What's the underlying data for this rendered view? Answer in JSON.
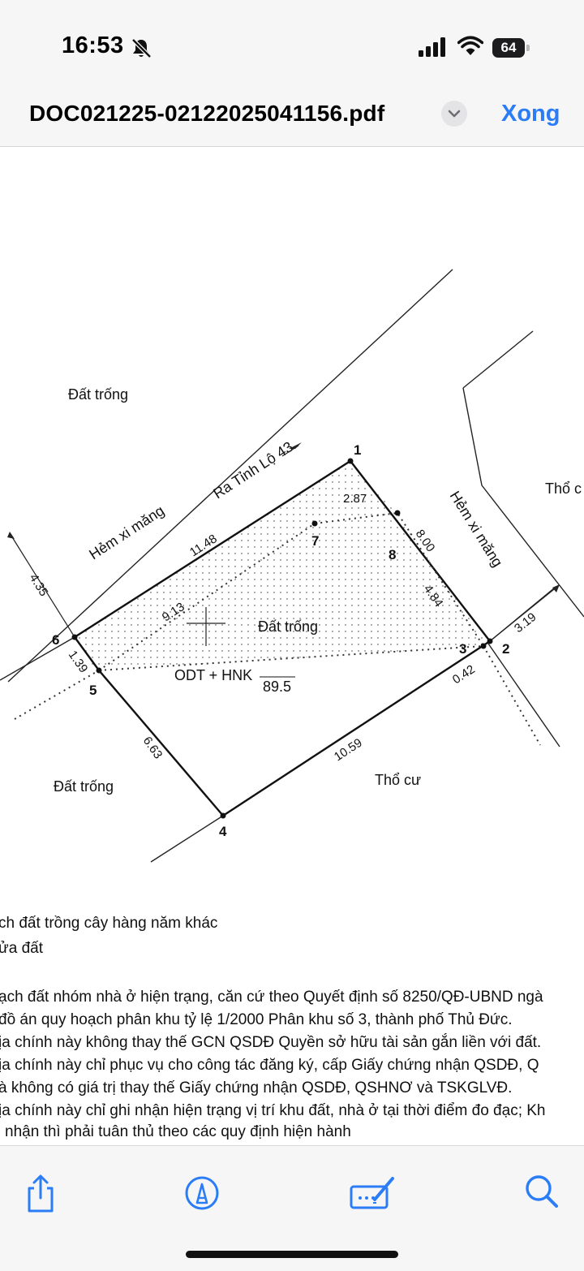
{
  "status_bar": {
    "time": "16:53",
    "battery": "64"
  },
  "nav": {
    "title": "DOC021225-02122025041156.pdf",
    "done_label": "Xong"
  },
  "plot": {
    "points": {
      "p1": "1",
      "p2": "2",
      "p3": "3",
      "p4": "4",
      "p5": "5",
      "p6": "6",
      "p7": "7",
      "p8": "8"
    },
    "dimensions": {
      "d_11_48": "11.48",
      "d_9_13": "9.13",
      "d_2_87": "2.87",
      "d_8_00": "8.00",
      "d_4_84": "4.84",
      "d_3_19": "3.19",
      "d_0_42": "0.42",
      "d_10_59": "10.59",
      "d_6_63": "6.63",
      "d_1_39": "1.39",
      "d_4_35": "4.35"
    },
    "labels": {
      "dat_trong_top": "Đất trống",
      "ra_tinh_lo": "Ra Tỉnh Lộ 43",
      "hem_xi_mang_left": "Hẻm xi măng",
      "hem_xi_mang_right": "Hẻm xi măng",
      "tho_cu_right": "Thổ c",
      "dat_trong_center": "Đất trống",
      "land_use": "ODT + HNK",
      "area": "89.5",
      "dat_trong_left": "Đất trống",
      "tho_cu_bottom": "Thổ cư"
    }
  },
  "notes": [
    "ch đất trồng cây hàng năm khác",
    "ửa đất",
    "ạch đất nhóm nhà ở hiện trạng, căn cứ theo Quyết định số 8250/QĐ-UBND ngà",
    "đồ án quy hoạch phân khu tỷ lệ 1/2000 Phân khu số 3, thành phố Thủ Đức.",
    "ịa chính này không thay thế GCN QSDĐ Quyền sở hữu tài sản gắn liền với đất.",
    "ịa chính này chỉ phục vụ cho công tác đăng ký, cấp Giấy chứng nhận QSDĐ, Q",
    "à không có giá trị thay thế Giấy chứng nhận QSDĐ, QSHNƠ và TSKGLVĐ.",
    "ịa chính này chỉ ghi nhận hiện trạng vị trí khu đất, nhà ở tại thời điểm đo đạc; Kh",
    "nhận thì phải tuân thủ theo các quy định hiện hành"
  ],
  "colors": {
    "accent": "#2a7cf7",
    "toolbar_bg": "#f6f6f6"
  },
  "icons": [
    "bell-slash-icon",
    "signal-icon",
    "wifi-icon",
    "battery-icon",
    "chevron-down-icon",
    "share-icon",
    "markup-icon",
    "signature-icon",
    "search-icon"
  ]
}
